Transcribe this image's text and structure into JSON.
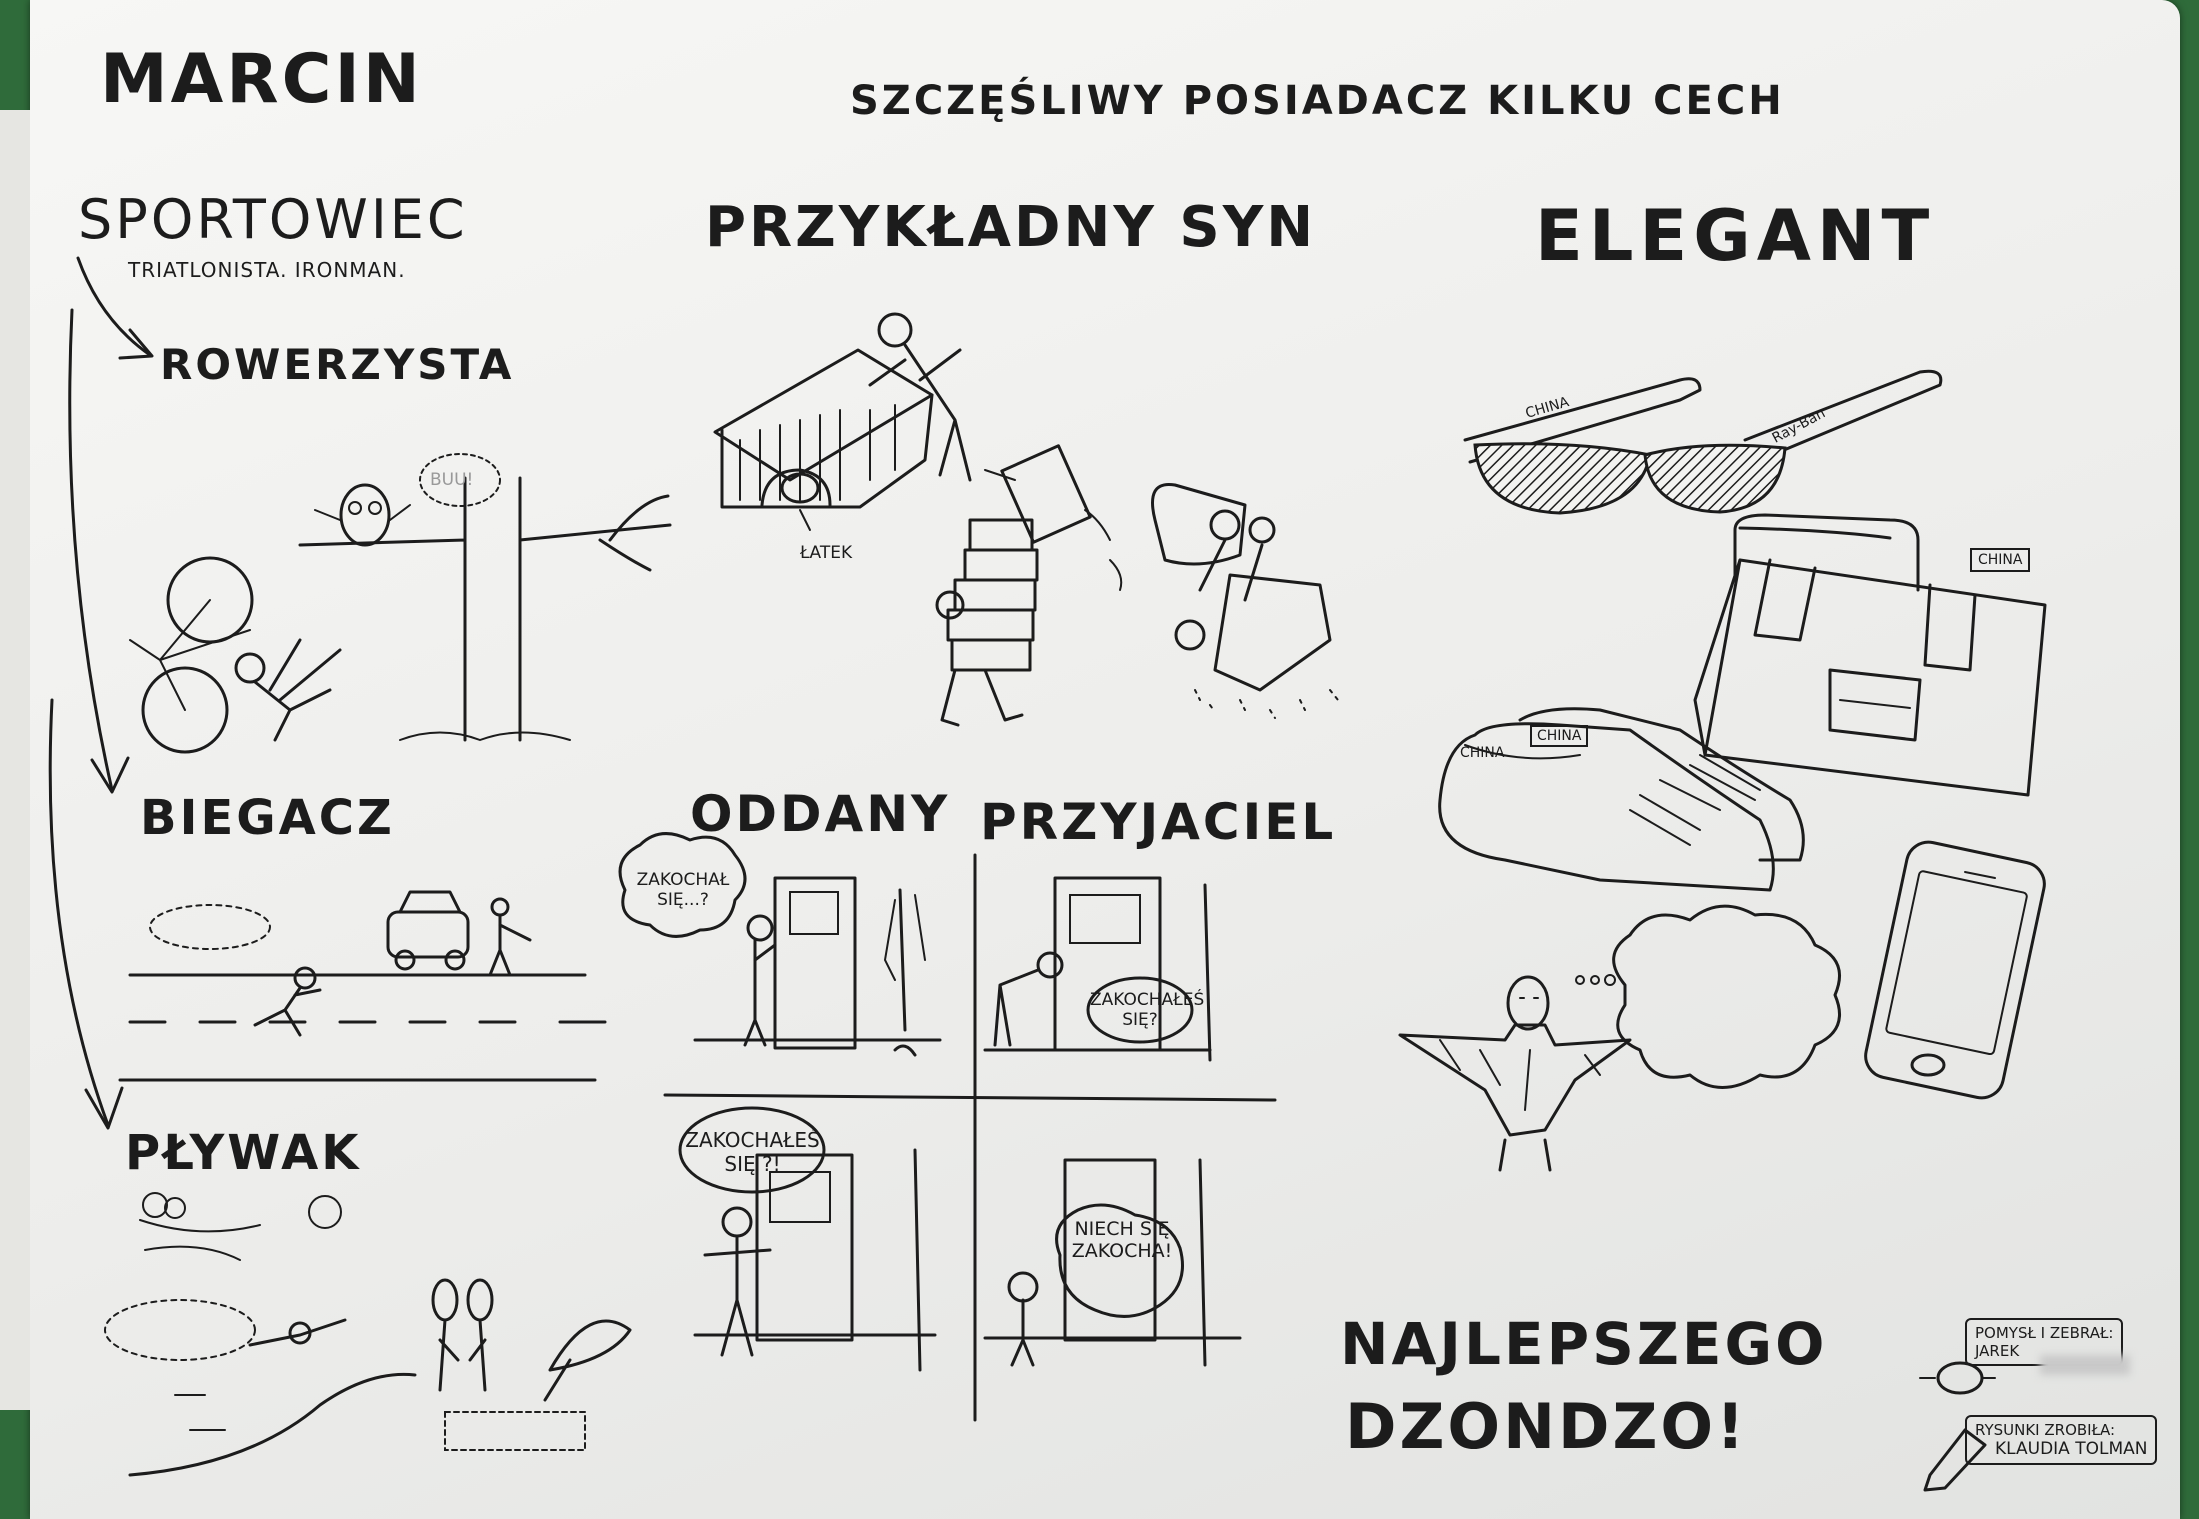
{
  "header": {
    "name": "MARCIN",
    "subtitle": "SZCZĘŚLIWY POSIADACZ KILKU CECH"
  },
  "sport": {
    "heading": "SPORTOWIEC",
    "sub": "TRIATLONISTA. IRONMAN.",
    "cyclist": "ROWERZYSTA",
    "owl_bubble": "BUU!",
    "runner": "BIEGACZ",
    "swimmer": "PŁYWAK"
  },
  "son": {
    "heading": "PRZYKŁADNY SYN",
    "dog_label": "ŁATEK"
  },
  "friend": {
    "heading_left": "ODDANY",
    "heading_right": "PRZYJACIEL",
    "bubble1": "ZAKOCHAŁ SIĘ...?",
    "bubble2": "ZAKOCHAŁEŚ SIĘ?",
    "bubble3": "ZAKOCHAŁEŚ SIĘ ?!",
    "bubble4": "NIECH SIĘ ZAKOCHA!"
  },
  "elegant": {
    "heading": "ELEGANT",
    "tag_glasses_1": "CHINA",
    "tag_glasses_2": "Ray-Ban",
    "tag_bag": "CHINA",
    "tag_shoe_1": "CHINA",
    "tag_shoe_2": "CHINA"
  },
  "closing": {
    "line1": "NAJLEPSZEGO",
    "line2": "DZONDZO!"
  },
  "credits": {
    "idea_label": "POMYSŁ I ZEBRAŁ:",
    "idea_name": "JAREK",
    "drawings_label": "RYSUNKI ZROBIŁA:",
    "drawings_name": "KLAUDIA TOLMAN"
  }
}
